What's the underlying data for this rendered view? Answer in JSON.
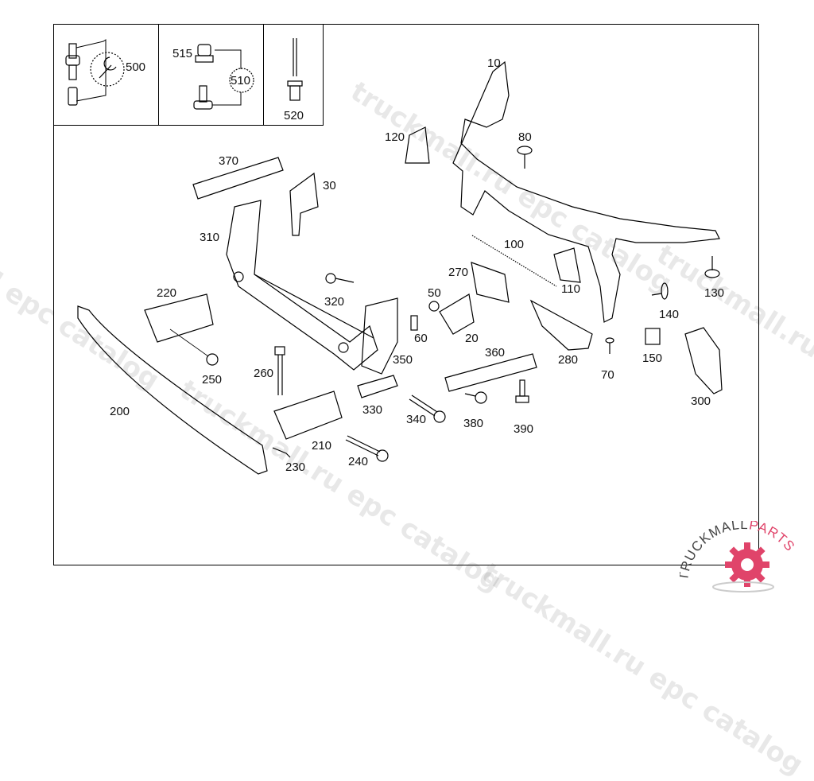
{
  "diagram": {
    "title": "Front frame / bumper carrier parts diagram",
    "inset_boxes": [
      {
        "id": "kit-500",
        "labels": [
          "500"
        ]
      },
      {
        "id": "kit-510",
        "labels": [
          "515",
          "510"
        ]
      },
      {
        "id": "kit-520",
        "labels": [
          "520"
        ]
      }
    ],
    "part_labels": [
      {
        "id": "p500",
        "text": "500"
      },
      {
        "id": "p515",
        "text": "515"
      },
      {
        "id": "p510",
        "text": "510"
      },
      {
        "id": "p520",
        "text": "520"
      },
      {
        "id": "p10",
        "text": "10"
      },
      {
        "id": "p120",
        "text": "120"
      },
      {
        "id": "p80",
        "text": "80"
      },
      {
        "id": "p370",
        "text": "370"
      },
      {
        "id": "p30",
        "text": "30"
      },
      {
        "id": "p310",
        "text": "310"
      },
      {
        "id": "p100",
        "text": "100"
      },
      {
        "id": "p270",
        "text": "270"
      },
      {
        "id": "p110",
        "text": "110"
      },
      {
        "id": "p130",
        "text": "130"
      },
      {
        "id": "p220",
        "text": "220"
      },
      {
        "id": "p320",
        "text": "320"
      },
      {
        "id": "p50",
        "text": "50"
      },
      {
        "id": "p140",
        "text": "140"
      },
      {
        "id": "p60",
        "text": "60"
      },
      {
        "id": "p20",
        "text": "20"
      },
      {
        "id": "p360",
        "text": "360"
      },
      {
        "id": "p350",
        "text": "350"
      },
      {
        "id": "p280",
        "text": "280"
      },
      {
        "id": "p150",
        "text": "150"
      },
      {
        "id": "p250",
        "text": "250"
      },
      {
        "id": "p260",
        "text": "260"
      },
      {
        "id": "p70",
        "text": "70"
      },
      {
        "id": "p300",
        "text": "300"
      },
      {
        "id": "p200",
        "text": "200"
      },
      {
        "id": "p330",
        "text": "330"
      },
      {
        "id": "p340",
        "text": "340"
      },
      {
        "id": "p380",
        "text": "380"
      },
      {
        "id": "p390",
        "text": "390"
      },
      {
        "id": "p210",
        "text": "210"
      },
      {
        "id": "p240",
        "text": "240"
      },
      {
        "id": "p230",
        "text": "230"
      }
    ]
  },
  "watermarks": {
    "w1": "truckmall.ru epc catalog",
    "w2": "truckmall.ru epc catalog",
    "w3": "truckmall.ru epc catalog",
    "w4": "l epc catalog",
    "w5": "truckmall.ru e"
  },
  "logo": {
    "text_dark": "TRUCKMALL",
    "text_accent": "PARTS",
    "accent_color": "#e0446a"
  }
}
